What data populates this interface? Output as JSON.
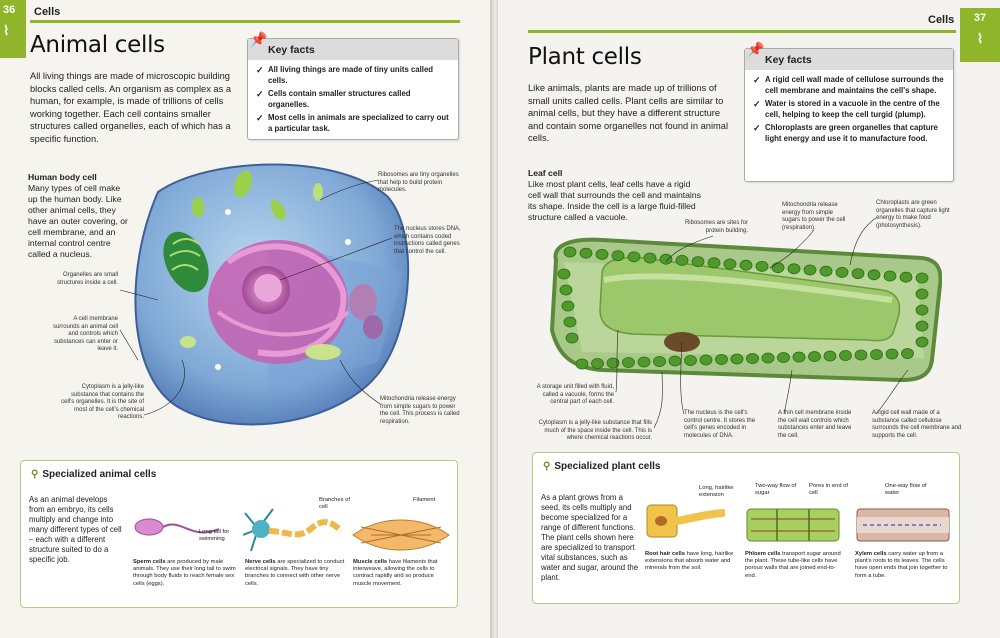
{
  "left": {
    "page_number": "36",
    "section": "Cells",
    "title": "Animal cells",
    "intro": "All living things are made of microscopic building blocks called cells. An organism as complex as a human, for example, is made of trillions of cells working together. Each cell contains smaller structures called organelles, each of which has a specific function.",
    "key_facts": {
      "heading": "Key facts",
      "items": [
        "All living things are made of tiny units called cells.",
        "Cells contain smaller structures called organelles.",
        "Most cells in animals are specialized to carry out a particular task."
      ]
    },
    "subhead_title": "Human body cell",
    "subhead_text": "Many types of cell make up the human body. Like other animal cells, they have an outer covering, or cell membrane, and an internal control centre called a nucleus.",
    "labels": {
      "organelles": "Organelles are small structures inside a cell.",
      "membrane": "A cell membrane surrounds an animal cell and controls which substances can enter or leave it.",
      "cytoplasm": "Cytoplasm is a jelly-like substance that contains the cell's organelles. It is the site of most of the cell's chemical reactions.",
      "ribosomes": "Ribosomes are tiny organelles that help to build protein molecules.",
      "nucleus": "The nucleus stores DNA, which contains coded instructions called genes that control the cell.",
      "mitochondria": "Mitochondria release energy from simple sugars to power the cell. This process is called respiration."
    },
    "specialized": {
      "heading": "Specialized animal cells",
      "text": "As an animal develops from an embryo, its cells multiply and change into many different types of cell – each with a different structure suited to do a specific job.",
      "tail_label": "Long tail for swimming",
      "branches_label": "Branches of cell",
      "filament_label": "Filament",
      "sperm": {
        "bold": "Sperm cells",
        "text": " are produced by male animals. They use their long tail to swim through body fluids to reach female sex cells (eggs)."
      },
      "nerve": {
        "bold": "Nerve cells",
        "text": " are specialized to conduct electrical signals. They have tiny branches to connect with other nerve cells."
      },
      "muscle": {
        "bold": "Muscle cells",
        "text": " have filaments that interweave, allowing the cells to contract rapidly and so produce muscle movement."
      }
    }
  },
  "right": {
    "page_number": "37",
    "section": "Cells",
    "title": "Plant cells",
    "intro": "Like animals, plants are made up of trillions of small units called cells. Plant cells are similar to animal cells, but they have a different structure and contain some organelles not found in animal cells.",
    "key_facts": {
      "heading": "Key facts",
      "items": [
        "A rigid cell wall made of cellulose surrounds the cell membrane and maintains the cell's shape.",
        "Water is stored in a vacuole in the centre of the cell, helping to keep the cell turgid (plump).",
        "Chloroplasts are green organelles that capture light energy and use it to manufacture food."
      ]
    },
    "subhead_title": "Leaf cell",
    "subhead_text": "Like most plant cells, leaf cells have a rigid cell wall that surrounds the cell and maintains its shape. Inside the cell is a large fluid-filled structure called a vacuole.",
    "labels": {
      "ribosomes": "Ribosomes are sites for protein building.",
      "mitochondria": "Mitochondria release energy from simple sugars to power the cell (respiration).",
      "chloroplasts": "Chloroplasts are green organelles that capture light energy to make food (photosynthesis).",
      "vacuole": "A storage unit filled with fluid, called a vacuole, forms the central part of each cell.",
      "cytoplasm": "Cytoplasm is a jelly-like substance that fills much of the space inside the cell. This is where chemical reactions occur.",
      "nucleus": "The nucleus is the cell's control centre. It stores the cell's genes encoded in molecules of DNA.",
      "membrane": "A thin cell membrane inside the cell wall controls which substances enter and leave the cell.",
      "wall": "A rigid cell wall made of a substance called cellulose surrounds the cell membrane and supports the cell."
    },
    "specialized": {
      "heading": "Specialized plant cells",
      "text": "As a plant grows from a seed, its cells multiply and become specialized for a range of different functions. The plant cells shown here are specialized to transport vital substances, such as water and sugar, around the plant.",
      "hair_label": "Long, hairlike extension",
      "twoway_label": "Two-way flow of sugar",
      "pores_label": "Pores in end of cell",
      "oneway_label": "One-way flow of water",
      "root": {
        "bold": "Root hair cells",
        "text": " have long, hairlike extensions that absorb water and minerals from the soil."
      },
      "phloem": {
        "bold": "Phloem cells",
        "text": " transport sugar around the plant. These tube-like cells have porous walls that are joined end-to-end."
      },
      "xylem": {
        "bold": "Xylem cells",
        "text": " carry water up from a plant's roots to its leaves. The cells have open ends that join together to form a tube."
      }
    }
  },
  "colors": {
    "accent": "#8fb52b",
    "kf_head": "#dcdcdc",
    "chloroplast": "#4f9a2a"
  }
}
